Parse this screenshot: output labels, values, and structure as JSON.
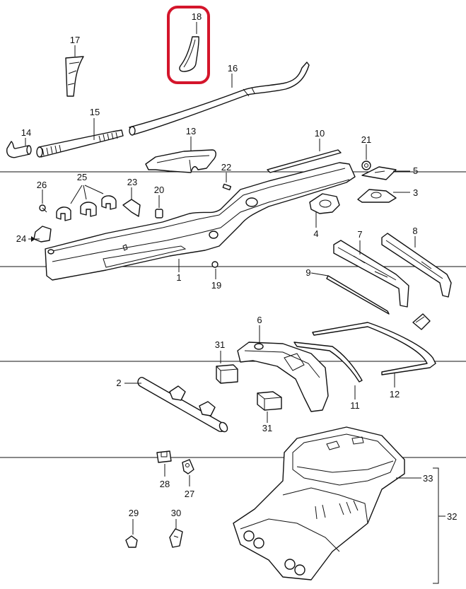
{
  "diagram": {
    "colors": {
      "line": "#111111",
      "background": "#ffffff",
      "highlight": "#d4152b"
    },
    "highlighted_part": "18",
    "parts": [
      {
        "id": "p1",
        "label": "1"
      },
      {
        "id": "p2",
        "label": "2"
      },
      {
        "id": "p3",
        "label": "3"
      },
      {
        "id": "p4",
        "label": "4"
      },
      {
        "id": "p5",
        "label": "5"
      },
      {
        "id": "p6",
        "label": "6"
      },
      {
        "id": "p7",
        "label": "7"
      },
      {
        "id": "p8",
        "label": "8"
      },
      {
        "id": "p9",
        "label": "9"
      },
      {
        "id": "p10",
        "label": "10"
      },
      {
        "id": "p11",
        "label": "11"
      },
      {
        "id": "p12",
        "label": "12"
      },
      {
        "id": "p13",
        "label": "13"
      },
      {
        "id": "p14",
        "label": "14"
      },
      {
        "id": "p15",
        "label": "15"
      },
      {
        "id": "p16",
        "label": "16"
      },
      {
        "id": "p17",
        "label": "17"
      },
      {
        "id": "p18",
        "label": "18"
      },
      {
        "id": "p19",
        "label": "19"
      },
      {
        "id": "p20",
        "label": "20"
      },
      {
        "id": "p21",
        "label": "21"
      },
      {
        "id": "p22",
        "label": "22"
      },
      {
        "id": "p23",
        "label": "23"
      },
      {
        "id": "p24",
        "label": "24"
      },
      {
        "id": "p25",
        "label": "25"
      },
      {
        "id": "p26",
        "label": "26"
      },
      {
        "id": "p27",
        "label": "27"
      },
      {
        "id": "p28",
        "label": "28"
      },
      {
        "id": "p29",
        "label": "29"
      },
      {
        "id": "p30",
        "label": "30"
      },
      {
        "id": "p31a",
        "label": "31"
      },
      {
        "id": "p31b",
        "label": "31"
      },
      {
        "id": "p32",
        "label": "32"
      },
      {
        "id": "p33",
        "label": "33"
      }
    ]
  }
}
